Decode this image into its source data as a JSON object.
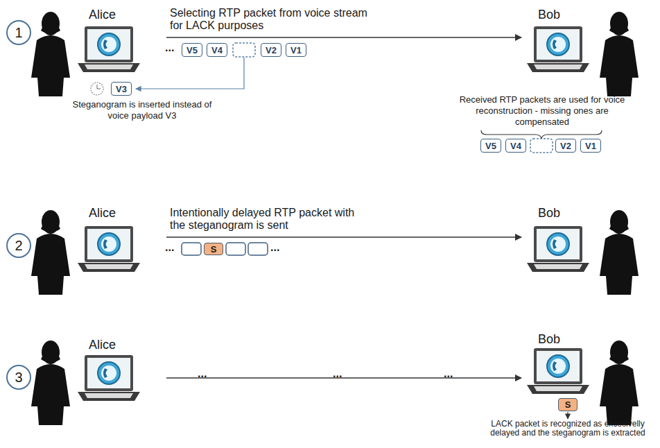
{
  "diagram": {
    "nodes": [
      {
        "text": [
          "1"
        ]
      },
      {
        "text": [
          "V5"
        ]
      },
      {
        "text": [
          "V4"
        ]
      },
      {
        "text": [
          "V2"
        ]
      },
      {
        "text": [
          "V1"
        ]
      },
      {
        "text": [
          "V3"
        ]
      },
      {
        "text": [
          "V5"
        ]
      },
      {
        "text": [
          "V4"
        ]
      },
      {
        "text": [
          "V2"
        ]
      },
      {
        "text": [
          "V1"
        ]
      },
      {
        "text": [
          "2"
        ]
      },
      {
        "text": [
          "S"
        ]
      },
      {
        "text": [
          "3"
        ]
      },
      {
        "text": [
          "S"
        ]
      }
    ],
    "labels": [
      "Alice",
      "Selecting RTP packet from voice stream for LACK purposes",
      "Bob",
      "...",
      "Steganogram is inserted instead of voice payload V3",
      "Received RTP packets are used for voice reconstruction - missing ones are compensated",
      "Alice",
      "Intentionally delayed RTP packet with the steganogram is sent",
      "Bob",
      "...",
      "...",
      "Alice",
      "Bob",
      "...",
      "...",
      "...",
      "LACK packet is recognized as excesivelly delayed and the steganogram is extracted"
    ]
  }
}
